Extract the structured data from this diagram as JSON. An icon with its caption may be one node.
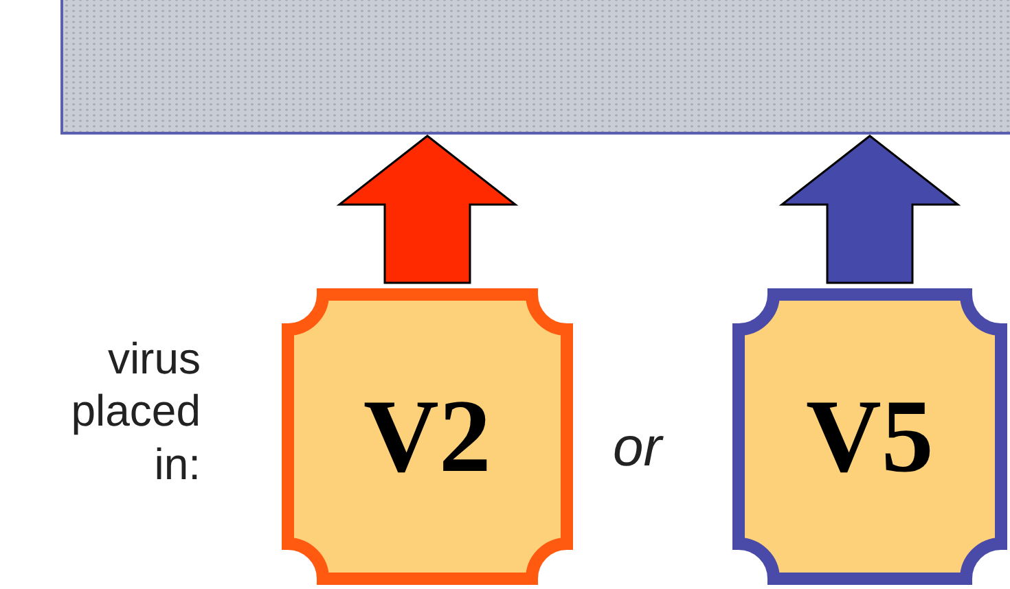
{
  "diagram": {
    "nodes": [
      {
        "text": [],
        "shape": "box"
      },
      {
        "text": [
          "V2"
        ]
      },
      {
        "text": [
          "V5"
        ]
      }
    ],
    "edges": [
      {
        "from": 1,
        "to": 0,
        "arrow": "to",
        "style": "thick",
        "color": "#ff2a00"
      },
      {
        "from": 2,
        "to": 0,
        "arrow": "to",
        "style": "thick",
        "color": "#4549aa"
      }
    ],
    "labels": [
      "virus placed in:",
      "or"
    ]
  }
}
